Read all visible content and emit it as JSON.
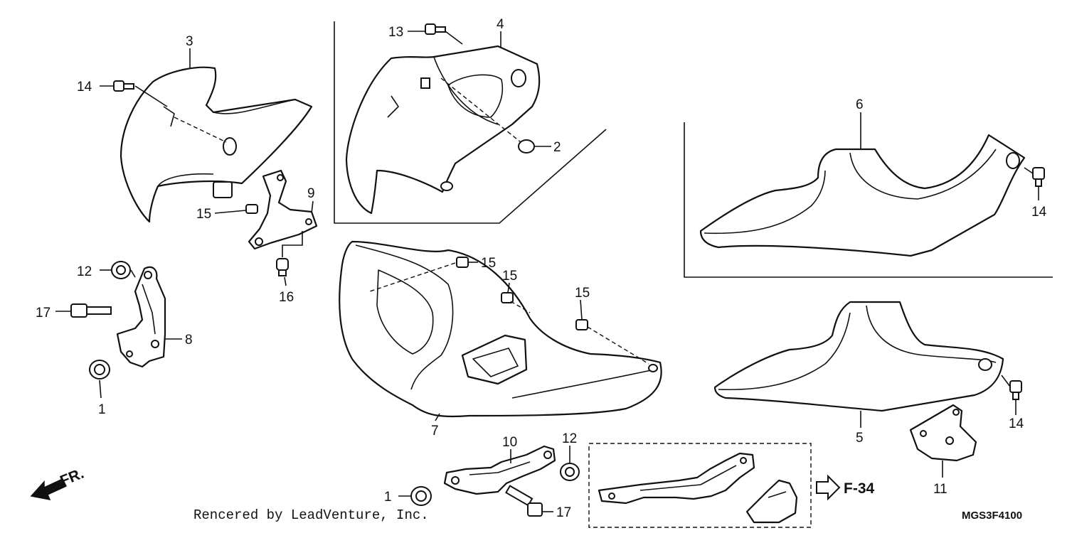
{
  "diagram": {
    "callouts": {
      "c1a": "1",
      "c1b": "1",
      "c2": "2",
      "c3": "3",
      "c4": "4",
      "c5": "5",
      "c6": "6",
      "c7": "7",
      "c8": "8",
      "c9": "9",
      "c10": "10",
      "c11": "11",
      "c12a": "12",
      "c12b": "12",
      "c13": "13",
      "c14a": "14",
      "c14b": "14",
      "c14c": "14",
      "c15a": "15",
      "c15b": "15",
      "c15c": "15",
      "c15d": "15",
      "c16": "16",
      "c17a": "17",
      "c17b": "17"
    },
    "front_arrow_label": "FR.",
    "reference_label": "F-34",
    "credit": "Rencered by LeadVenture, Inc.",
    "diagram_code": "MGS3F4100"
  }
}
